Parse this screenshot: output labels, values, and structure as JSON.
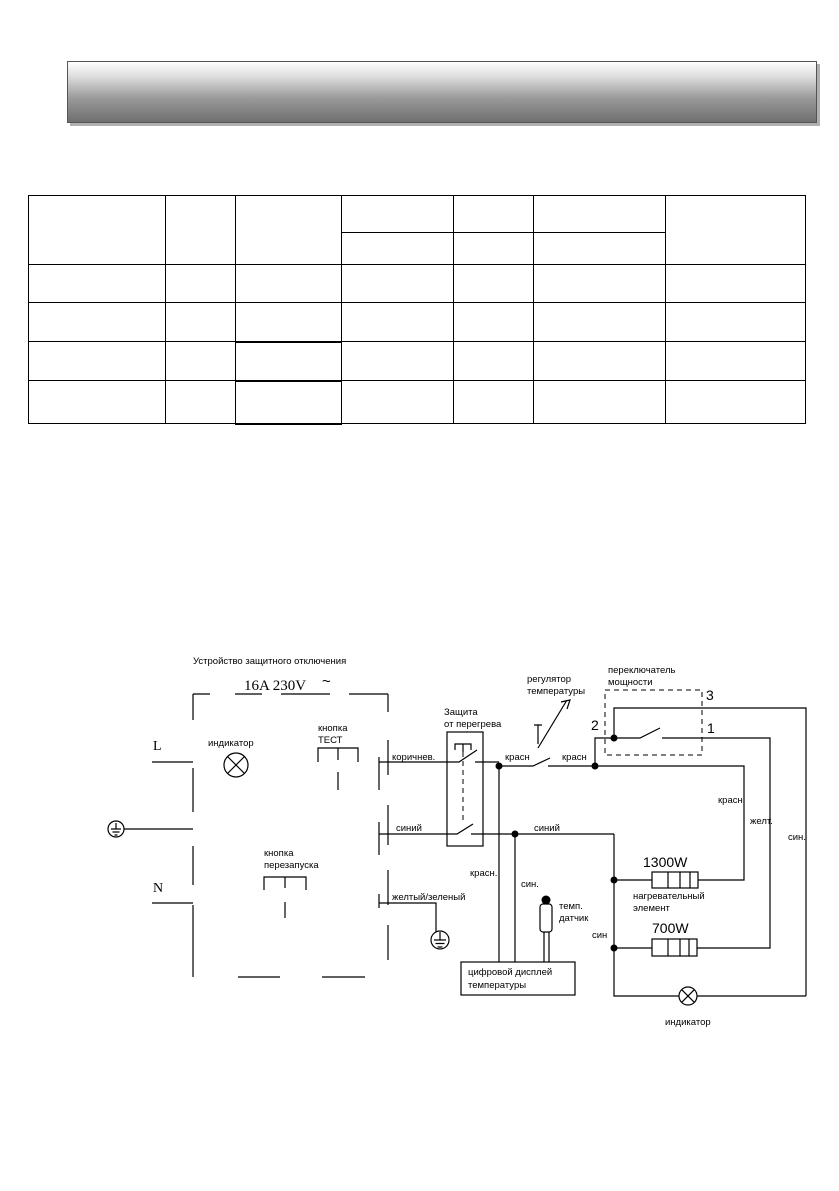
{
  "diagram": {
    "rcd": {
      "title": "Устройство защитного отключения",
      "rating": "16A 230V",
      "ac_symbol": "~",
      "indicator": "индикатор",
      "test_button": [
        "кнопка",
        "ТЕСТ"
      ],
      "reset_button": [
        "кнопка",
        "перезапуска"
      ],
      "L": "L",
      "N": "N"
    },
    "wires": {
      "brown": "коричнев.",
      "blue": "синий",
      "blue2": "синий",
      "yellow_green": "желтый/зеленый",
      "red1": "красн",
      "red2": "красн",
      "red_v": "красн.",
      "red_display": "красн.",
      "blue_display": "син.",
      "yellow": "желт.",
      "blue_right": "син.",
      "blue_heater": "син"
    },
    "overheat": [
      "Защита",
      "от перегрева"
    ],
    "thermostat": [
      "регулятор",
      "температуры"
    ],
    "power_switch": [
      "переключатель",
      "мощности"
    ],
    "switch_pins": [
      "2",
      "3",
      "1"
    ],
    "heater_1300": "1300W",
    "heater_700": "700W",
    "heating_element": [
      "нагревательный",
      "элемент"
    ],
    "temp_sensor": [
      "темп.",
      "датчик"
    ],
    "display": [
      "цифровой дисплей",
      "температуры"
    ],
    "bottom_indicator": "индикатор"
  }
}
